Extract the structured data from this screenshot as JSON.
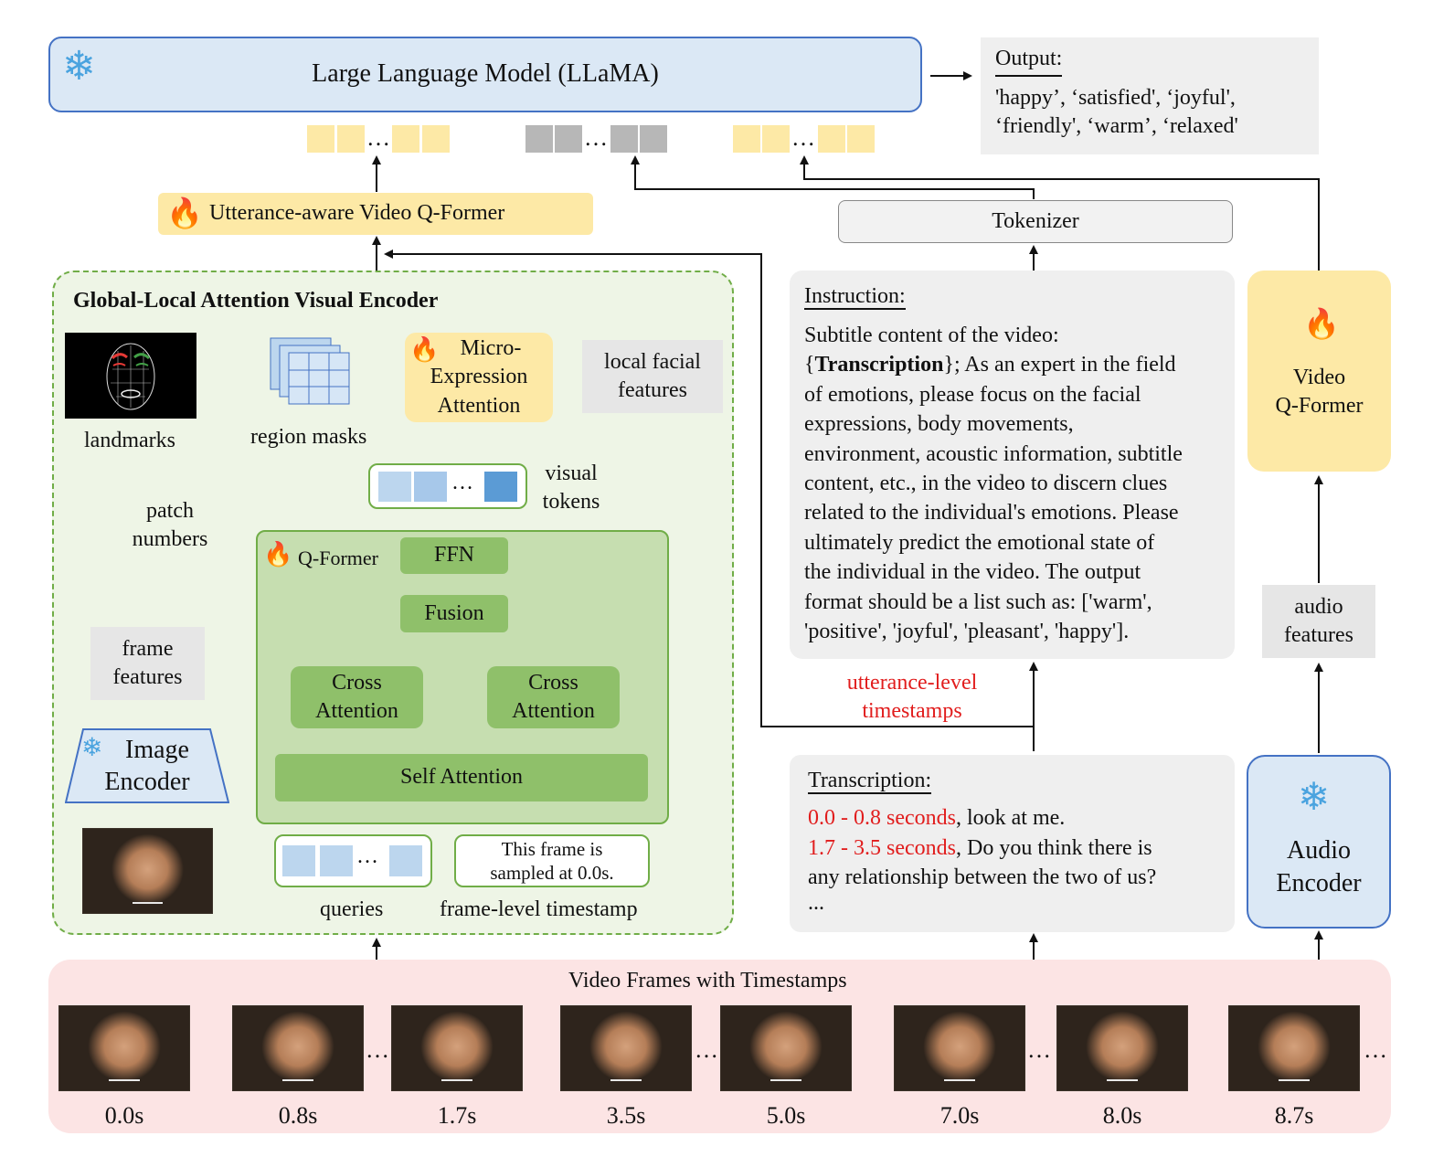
{
  "llm": {
    "title": "Large Language Model (LLaMA)",
    "icon": "snowflake-icon"
  },
  "output": {
    "heading": "Output:",
    "line1": "'happy’, ‘satisfied', ‘joyful',",
    "line2": "‘friendly', ‘warm’, ‘relaxed'"
  },
  "utterance_qformer": {
    "label": "Utterance-aware Video Q-Former",
    "icon": "flame-icon"
  },
  "tokenizer": {
    "label": "Tokenizer"
  },
  "ellipsis": "…",
  "encoder_panel": {
    "title": "Global-Local Attention Visual Encoder",
    "landmarks": "landmarks",
    "region_masks": "region masks",
    "micro_expression": [
      "Micro-",
      "Expression",
      "Attention"
    ],
    "local_facial": [
      "local facial",
      "features"
    ],
    "visual_tokens": [
      "visual",
      "tokens"
    ],
    "patch_numbers": [
      "patch",
      "numbers"
    ],
    "frame_features": [
      "frame",
      "features"
    ],
    "image_encoder": [
      "Image",
      "Encoder"
    ],
    "qformer": {
      "label": "Q-Former",
      "ffn": "FFN",
      "fusion": "Fusion",
      "cross_attention_1": [
        "Cross",
        "Attention"
      ],
      "cross_attention_2": [
        "Cross",
        "Attention"
      ],
      "self_attention": "Self Attention"
    },
    "queries": "queries",
    "frame_timestamp_box": [
      "This frame is",
      "sampled at 0.0s."
    ],
    "frame_timestamp_label": "frame-level timestamp"
  },
  "instruction": {
    "heading": "Instruction:",
    "lines": [
      [
        "Subtitle content of the video:"
      ],
      [
        "{",
        "Transcription",
        "}; As an expert in the field"
      ],
      [
        "of emotions, please focus on the facial"
      ],
      [
        "expressions, body movements,"
      ],
      [
        "environment, acoustic information, subtitle"
      ],
      [
        "content, etc., in the video to discern clues"
      ],
      [
        "related to the individual's emotions. Please"
      ],
      [
        "ultimately predict the emotional state of"
      ],
      [
        "the individual in the video. The output"
      ],
      [
        "format should be a list such as: ['warm',"
      ],
      [
        "'positive', 'joyful', 'pleasant', 'happy']."
      ]
    ]
  },
  "utterance_timestamps": [
    "utterance-level",
    "timestamps"
  ],
  "transcription": {
    "heading": "Transcription:",
    "seg1_time": "0.0 - 0.8 seconds",
    "seg1_text": ", look at me.",
    "seg2_time": "1.7 - 3.5 seconds",
    "seg2_text": ", Do you think there is",
    "seg2_cont": "any relationship between the two of us?",
    "more": "..."
  },
  "video_qformer": {
    "label": [
      "Video",
      "Q-Former"
    ],
    "icon": "flame-icon"
  },
  "audio_features": [
    "audio",
    "features"
  ],
  "audio_encoder": {
    "label": [
      "Audio",
      "Encoder"
    ],
    "icon": "snowflake-icon"
  },
  "video_frames": {
    "title": "Video Frames with Timestamps",
    "timestamps": [
      "0.0s",
      "0.8s",
      "1.7s",
      "3.5s",
      "5.0s",
      "7.0s",
      "8.0s",
      "8.7s"
    ]
  },
  "colors": {
    "blue_fill": "#dbe8f5",
    "blue_stroke": "#4472c4",
    "yellow_fill": "#fde9a6",
    "green_panel": "#eef5e6",
    "green_dash": "#70ad47",
    "green_block": "#8fc06a",
    "grey_fill": "#efefef",
    "pink_fill": "#fce4e4",
    "red_text": "#e11d1d"
  }
}
